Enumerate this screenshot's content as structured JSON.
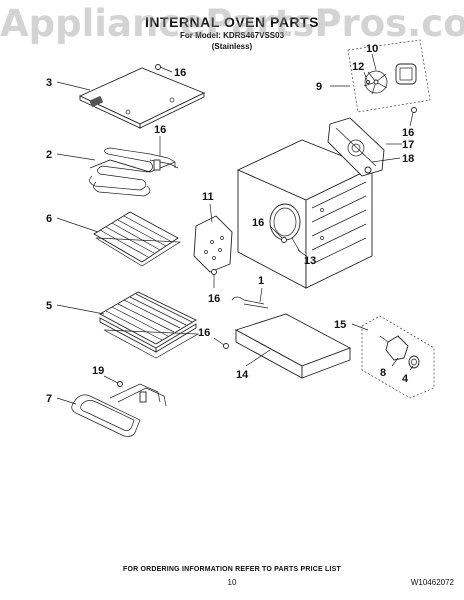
{
  "watermark": "AppliancePartsPros.com",
  "header": {
    "title": "INTERNAL OVEN PARTS",
    "model": "For Model: KDRS467VSS03",
    "finish": "(Stainless)"
  },
  "callouts": {
    "c1": "1",
    "c2": "2",
    "c3": "3",
    "c4": "4",
    "c5": "5",
    "c6": "6",
    "c7": "7",
    "c8": "8",
    "c9": "9",
    "c10": "10",
    "c11": "11",
    "c12": "12",
    "c13": "13",
    "c14": "14",
    "c15": "15",
    "c16a": "16",
    "c16b": "16",
    "c16c": "16",
    "c16d": "16",
    "c16e": "16",
    "c16f": "16",
    "c17": "17",
    "c18": "18",
    "c19": "19"
  },
  "footer": {
    "note": "FOR ORDERING INFORMATION REFER TO PARTS PRICE LIST",
    "page_number": "10",
    "document_number": "W10462072"
  }
}
